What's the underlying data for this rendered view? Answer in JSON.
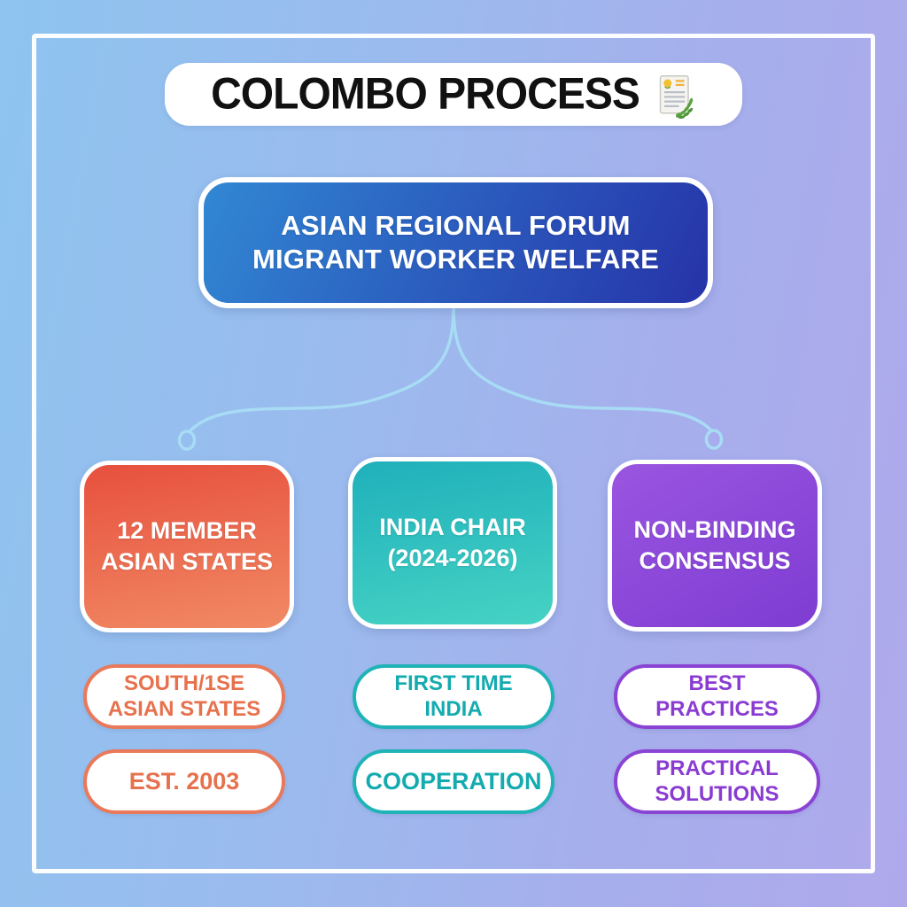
{
  "title": {
    "text": "COLOMBO PROCESS",
    "icon": "document-with-laurel-emoji"
  },
  "root": {
    "label": "ASIAN REGIONAL FORUM\nMIGRANT WORKER WELFARE",
    "gradient_start": "#3188d4",
    "gradient_end": "#2633a8"
  },
  "branches": [
    {
      "label": "12 MEMBER\nASIAN STATES",
      "accent": "#e7714d",
      "gradient_start": "#e7503e",
      "gradient_end": "#f18a64",
      "pills": [
        {
          "label": "SOUTH/1SE\nASIAN STATES"
        },
        {
          "label": "EST. 2003"
        }
      ]
    },
    {
      "label": "INDIA CHAIR\n(2024-2026)",
      "accent": "#14abb0",
      "gradient_start": "#1fb0bb",
      "gradient_end": "#46d3c4",
      "pills": [
        {
          "label": "FIRST TIME\nINDIA"
        },
        {
          "label": "COOPERATION"
        }
      ]
    },
    {
      "label": "NON-BINDING\nCONSENSUS",
      "accent": "#8a3cd2",
      "gradient_start": "#9a55e0",
      "gradient_end": "#7e3cd2",
      "pills": [
        {
          "label": "BEST\nPRACTICES"
        },
        {
          "label": "PRACTICAL\nSOLUTIONS"
        }
      ]
    }
  ],
  "connector": {
    "color": "#a8dcf5"
  },
  "background": {
    "gradient_start": "#8ec4ef",
    "gradient_end": "#afa9ec",
    "frame_color": "#ffffff"
  }
}
